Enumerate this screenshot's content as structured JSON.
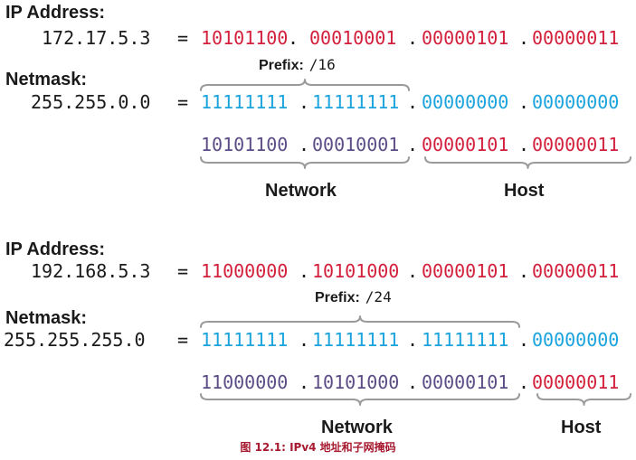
{
  "examples": [
    {
      "ip_label": "IP Address:",
      "ip_decimal": "172.17.5.3",
      "equals": "=",
      "ip_octets": [
        "10101100",
        "00010001",
        "00000101",
        "00000011"
      ],
      "netmask_label": "Netmask:",
      "netmask_decimal": "255.255.0.0",
      "netmask_octets": [
        "11111111",
        "11111111",
        "00000000",
        "00000000"
      ],
      "prefix_label": "Prefix:",
      "prefix_value": "/16",
      "network_octets": [
        "10101100",
        "00010001"
      ],
      "host_octets": [
        "00000101",
        "00000011"
      ],
      "network_label": "Network",
      "host_label": "Host"
    },
    {
      "ip_label": "IP Address:",
      "ip_decimal": "192.168.5.3",
      "equals": "=",
      "ip_octets": [
        "11000000",
        "10101000",
        "00000101",
        "00000011"
      ],
      "netmask_label": "Netmask:",
      "netmask_decimal": "255.255.255.0",
      "netmask_octets": [
        "11111111",
        "11111111",
        "11111111",
        "00000000"
      ],
      "prefix_label": "Prefix:",
      "prefix_value": "/24",
      "network_octets": [
        "11000000",
        "10101000",
        "00000101"
      ],
      "host_octets": [
        "00000011"
      ],
      "network_label": "Network",
      "host_label": "Host"
    }
  ],
  "separator": ".",
  "caption": "图 12.1: IPv4 地址和子网掩码",
  "colors": {
    "ip_binary": "#d21f3c",
    "netmask_ones": "#1aa3dd",
    "network_bits": "#5c4c86",
    "host_bits": "#d21f3c",
    "braces": "#9a9a9a",
    "caption": "#a6192e"
  }
}
